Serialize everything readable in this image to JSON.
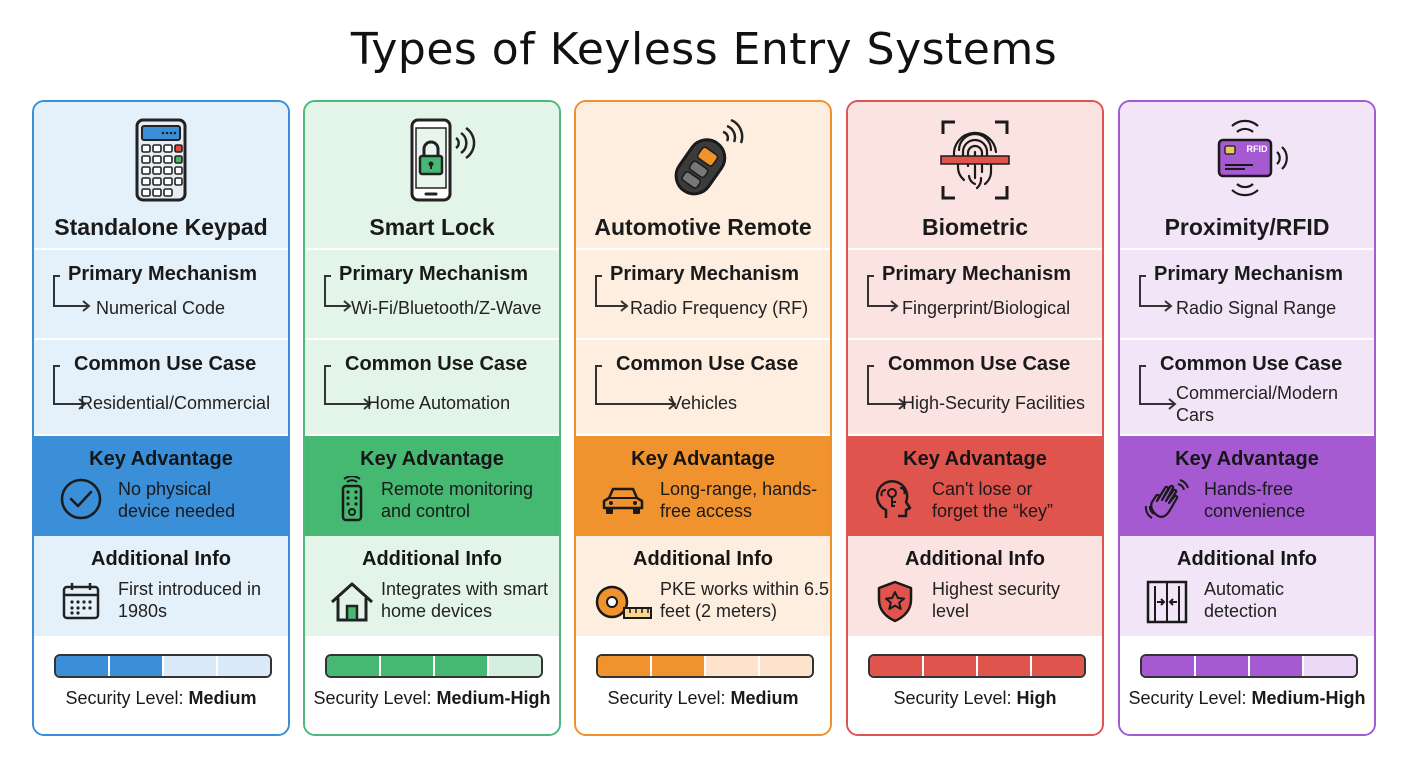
{
  "title": "Types of Keyless Entry Systems",
  "labels": {
    "primary": "Primary Mechanism",
    "use_case": "Common Use Case",
    "advantage": "Key Advantage",
    "info": "Additional Info",
    "security_prefix": "Security Level: "
  },
  "cards": [
    {
      "name": "Standalone Keypad",
      "icon": "keypad-icon",
      "mechanism": "Numerical Code",
      "use_case": "Residential/Commercial",
      "advantage": "No physical device needed",
      "advantage_icon": "checkmark-icon",
      "info": "First introduced in 1980s",
      "info_icon": "calendar-icon",
      "security": "Medium",
      "security_segments": 2,
      "colors": {
        "border": "#3a8fd8",
        "light": "#e4f0fa",
        "strong": "#3a8fd8",
        "pale": "#dbeaf8"
      }
    },
    {
      "name": "Smart Lock",
      "icon": "smartphone-lock-icon",
      "mechanism": "Wi-Fi/Bluetooth/Z-Wave",
      "use_case": "Home Automation",
      "advantage": "Remote monitoring and control",
      "advantage_icon": "remote-control-icon",
      "info": "Integrates with smart home devices",
      "info_icon": "house-icon",
      "security": "Medium-High",
      "security_segments": 3,
      "colors": {
        "border": "#4db87a",
        "light": "#e3f4e9",
        "strong": "#45b872",
        "pale": "#d4efde"
      }
    },
    {
      "name": "Automotive Remote",
      "icon": "car-key-fob-icon",
      "mechanism": "Radio Frequency (RF)",
      "use_case": "Vehicles",
      "advantage": "Long-range, hands-free access",
      "advantage_icon": "car-icon",
      "info": "PKE works within 6.5 feet (2 meters)",
      "info_icon": "tape-measure-icon",
      "security": "Medium",
      "security_segments": 2,
      "colors": {
        "border": "#f08f2c",
        "light": "#fdeee0",
        "strong": "#f0922e",
        "pale": "#fde3cc"
      }
    },
    {
      "name": "Biometric",
      "icon": "fingerprint-scanner-icon",
      "mechanism": "Fingerprint/Biological",
      "use_case": "High-Security Facilities",
      "advantage": "Can't lose or forget the “key”",
      "advantage_icon": "head-key-icon",
      "info": "Highest security level",
      "info_icon": "shield-star-icon",
      "security": "High",
      "security_segments": 4,
      "colors": {
        "border": "#de5450",
        "light": "#fbe3e1",
        "strong": "#df544c",
        "pale": "#f8d2cf"
      }
    },
    {
      "name": "Proximity/RFID",
      "icon": "rfid-card-icon",
      "mechanism": "Radio Signal Range",
      "use_case": "Commercial/Modern Cars",
      "advantage": "Hands-free convenience",
      "advantage_icon": "waving-hand-icon",
      "info": "Automatic detection",
      "info_icon": "sliding-door-icon",
      "security": "Medium-High",
      "security_segments": 3,
      "colors": {
        "border": "#a25ccf",
        "light": "#f1e5f7",
        "strong": "#a65ad2",
        "pale": "#ead8f4"
      }
    }
  ]
}
